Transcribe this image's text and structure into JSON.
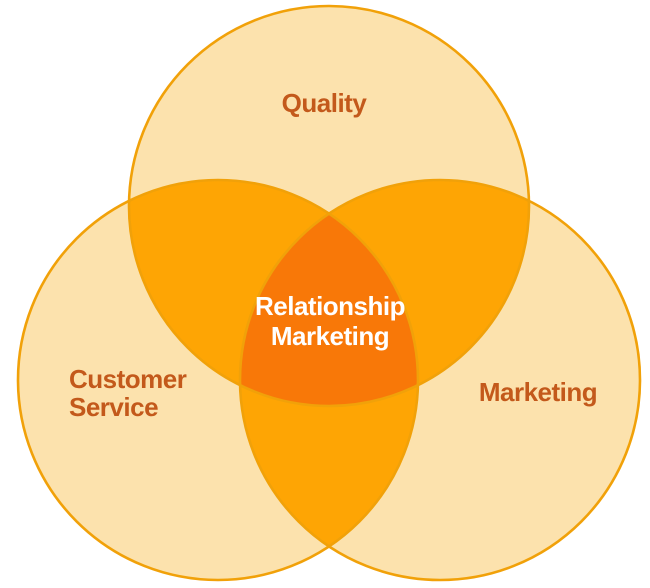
{
  "diagram": {
    "type": "venn-3",
    "circles": [
      {
        "id": "quality",
        "label": "Quality"
      },
      {
        "id": "customer-service",
        "label": "Customer Service",
        "label_lines": [
          "Customer",
          "Service"
        ]
      },
      {
        "id": "marketing",
        "label": "Marketing"
      }
    ],
    "center": {
      "label": "Relationship Marketing",
      "label_lines": [
        "Relationship",
        "Marketing"
      ]
    }
  },
  "colors": {
    "page_bg": "#FFFFFF",
    "circle_fill": "#FCE2AD",
    "overlap_fill": "#FEA504",
    "core_fill": "#F87808",
    "circle_stroke": "#F1A109",
    "label_color": "#C3591B",
    "core_label_color": "#FFFFFF"
  }
}
